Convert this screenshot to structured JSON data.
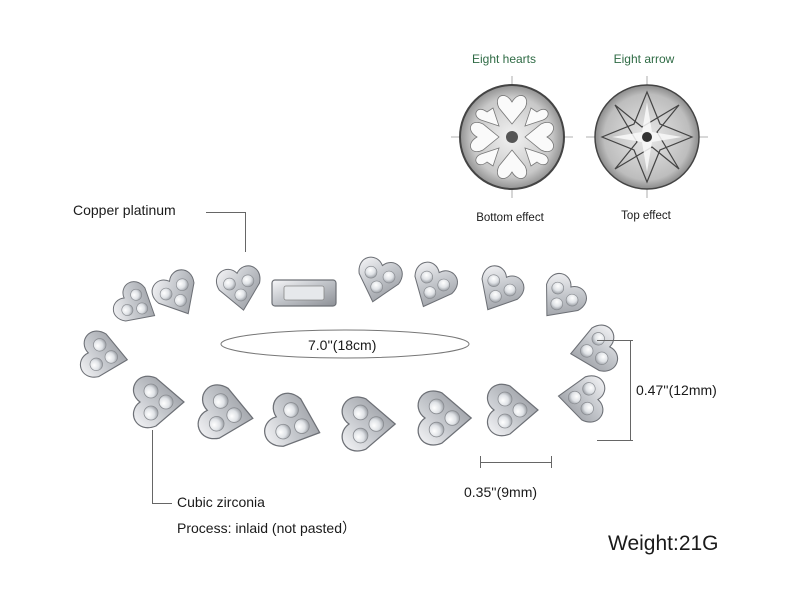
{
  "diagrams": {
    "left": {
      "title": "Eight hearts",
      "caption": "Bottom effect"
    },
    "right": {
      "title": "Eight arrow",
      "caption": "Top effect"
    }
  },
  "callouts": {
    "material": "Copper platinum",
    "length": "7.0''(18cm)",
    "height": "0.47''(12mm)",
    "link_width": "0.35''(9mm)",
    "stone": "Cubic zirconia",
    "process": "Process: inlaid (not pasted）",
    "weight": "Weight:21G"
  },
  "colors": {
    "accent_green": "#2f6b45",
    "metal": "#c9ccd1",
    "text": "#1a1a1a"
  },
  "icons": {
    "eight_hearts": "diamond-bottom-icon",
    "eight_arrows": "diamond-top-icon"
  }
}
